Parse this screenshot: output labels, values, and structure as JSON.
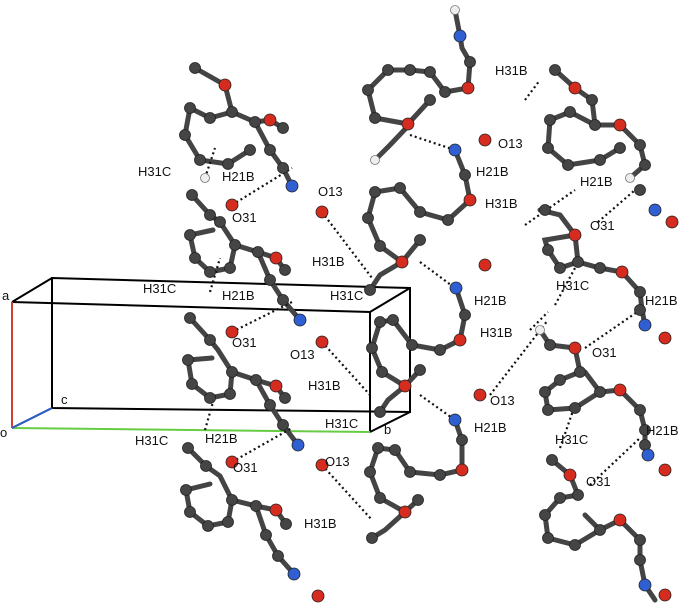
{
  "colors": {
    "carbon": "#454545",
    "oxygen": "#d62b1f",
    "nitrogen": "#2f5fd0",
    "hydrogen": "#eeeeee",
    "axis_a": "#d0402e",
    "axis_b": "#66cc44",
    "axis_c": "#2f5fd0"
  },
  "axes": {
    "a": "a",
    "b": "b",
    "c": "c",
    "o": "o"
  },
  "labels": {
    "h31c": "H31C",
    "h21b": "H21B",
    "h31b": "H31B",
    "o13": "O13",
    "o31": "O31"
  }
}
